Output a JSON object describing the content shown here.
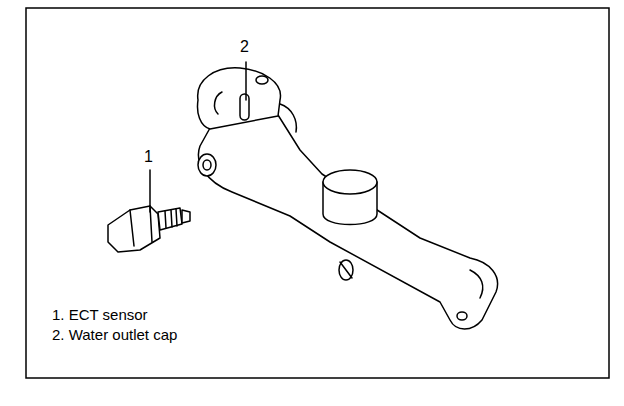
{
  "diagram": {
    "labels": [
      "2",
      "1",
      "1. ECT sensor",
      "2. Water outlet cap"
    ]
  }
}
